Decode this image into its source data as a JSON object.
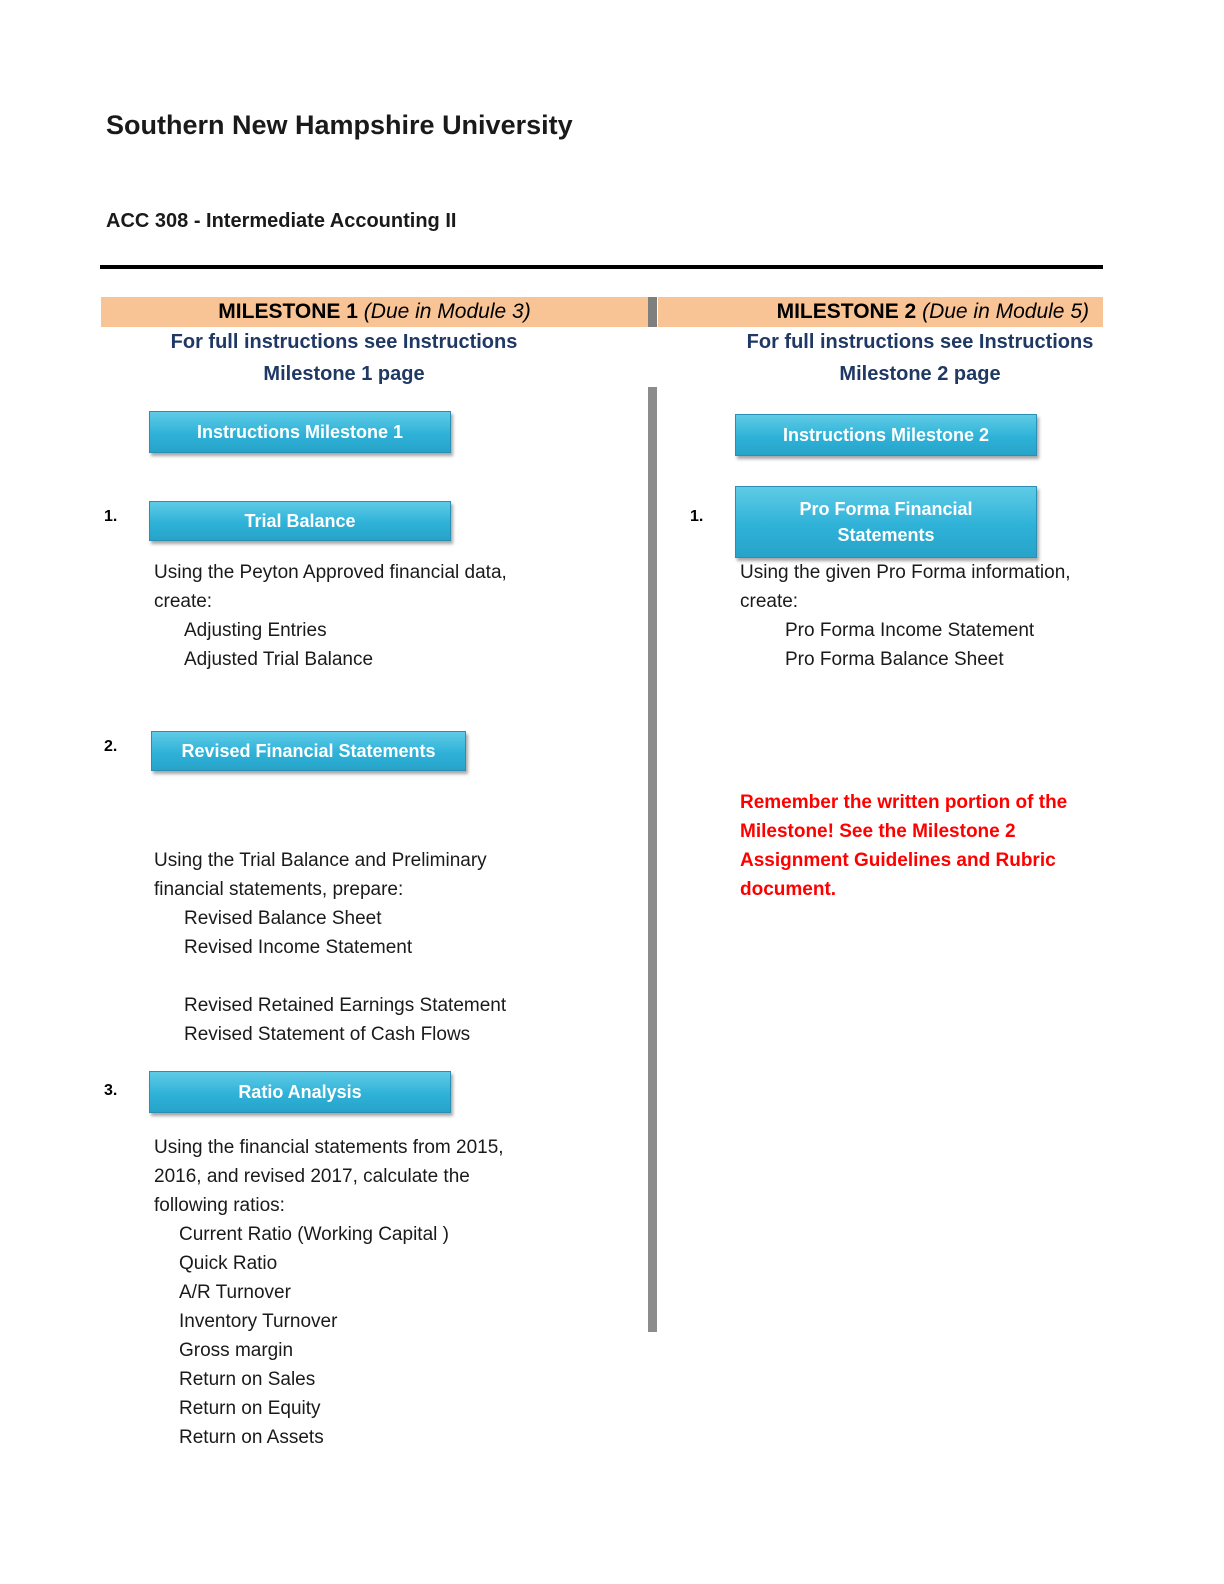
{
  "header": {
    "university": "Southern New Hampshire University",
    "course": "ACC 308 - Intermediate Accounting II"
  },
  "milestone1": {
    "title": "MILESTONE 1",
    "due": "(Due in Module 3)",
    "note_line1": "For full instructions see Instructions",
    "note_line2": "Milestone 1 page",
    "instructions_button": "Instructions Milestone 1",
    "items": [
      {
        "number": "1.",
        "button": "Trial Balance",
        "intro": [
          "Using the Peyton Approved financial data,",
          "create:"
        ],
        "bullets": [
          "Adjusting Entries",
          "Adjusted Trial Balance"
        ]
      },
      {
        "number": "2.",
        "button": "Revised Financial Statements",
        "intro": [
          "Using the Trial Balance and Preliminary",
          "financial statements, prepare:"
        ],
        "bullets": [
          "Revised Balance Sheet",
          "Revised Income Statement",
          "Revised Retained Earnings Statement",
          "Revised Statement of Cash Flows"
        ]
      },
      {
        "number": "3.",
        "button": "Ratio Analysis",
        "intro": [
          "Using the financial statements from 2015,",
          "2016, and revised 2017, calculate the",
          "following ratios:"
        ],
        "bullets": [
          "Current Ratio (Working Capital )",
          "Quick Ratio",
          "A/R Turnover",
          "Inventory Turnover",
          "Gross margin",
          "Return on Sales",
          "Return on Equity",
          "Return on Assets"
        ]
      }
    ]
  },
  "milestone2": {
    "title": "MILESTONE 2",
    "due": "(Due in Module 5)",
    "note_line1": "For full instructions see Instructions",
    "note_line2": "Milestone 2 page",
    "instructions_button": "Instructions Milestone 2",
    "items": [
      {
        "number": "1.",
        "button_line1": "Pro Forma Financial",
        "button_line2": "Statements",
        "intro": [
          "Using the given Pro Forma information,",
          "create:"
        ],
        "bullets": [
          "Pro Forma Income Statement",
          "Pro Forma Balance Sheet"
        ]
      }
    ],
    "reminder": [
      "Remember the written portion of the",
      "Milestone!  See the Milestone 2",
      "Assignment Guidelines and Rubric",
      "document."
    ]
  },
  "colors": {
    "milestone_bar": "#f8c496",
    "button": "#2fb2d8",
    "note_text": "#1f3864",
    "reminder_text": "#ff0000",
    "divider": "#8c8c8c"
  }
}
